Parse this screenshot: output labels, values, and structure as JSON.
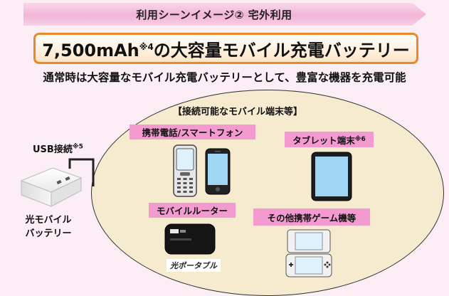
{
  "banner": {
    "text": "利用シーンイメージ② 宅外利用"
  },
  "title": {
    "main": "7,500mAh",
    "sup": "※4",
    "rest": "の大容量モバイル充電バッテリー"
  },
  "subtitle": "通常時は大容量なモバイル充電バッテリーとして、豊富な機器を充電可能",
  "devices_area": {
    "title": "【接続可能なモバイル端末等】",
    "phone_label": "携帯電話/スマートフォン",
    "tablet_label": "タブレット端末",
    "tablet_sup": "※6",
    "router_label": "モバイルルーター",
    "game_label": "その他携帯ゲーム機等"
  },
  "usb": {
    "label": "USB接続",
    "sup": "※5"
  },
  "battery": {
    "line1": "光モバイル",
    "line2": "バッテリー"
  },
  "router": {
    "brand": "光ポータブル"
  },
  "colors": {
    "banner": "#f2b4d6",
    "title_border": "#e88a2a",
    "label_bg": "#f39bd1",
    "ellipse_bg": "#f7ebcf",
    "page_bg": "#fbeef5"
  }
}
